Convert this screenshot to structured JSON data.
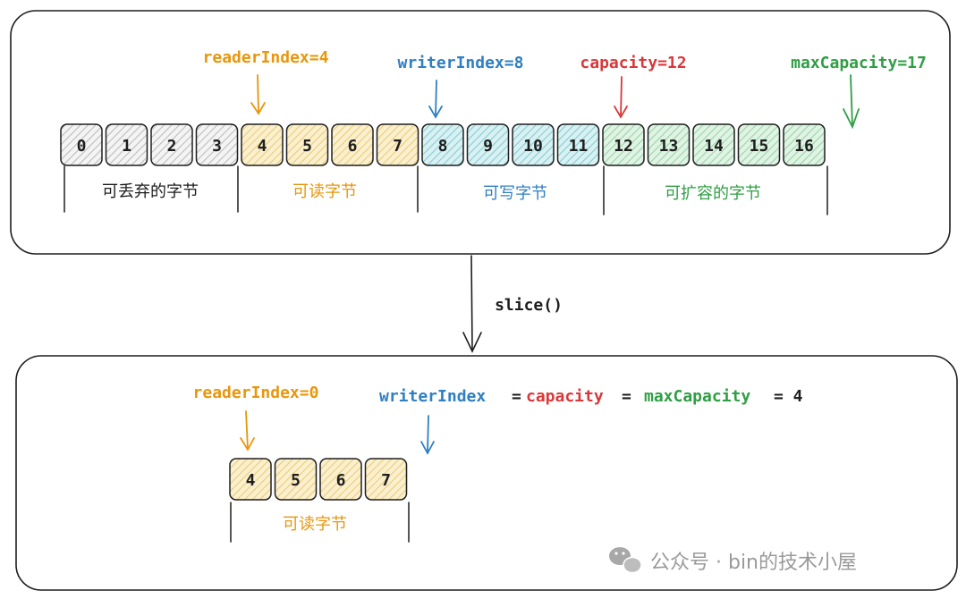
{
  "colors": {
    "black": "#1e1e1e",
    "orange": "#e8960c",
    "blue": "#2f7fc1",
    "red": "#d8383a",
    "green": "#2f9e44",
    "discard_fill": "#d9d9d9",
    "read_fill": "#f3dc9a",
    "write_fill": "#a8dde2",
    "expand_fill": "#b8e4c2",
    "watermark": "#9a9a9a"
  },
  "top": {
    "markers": {
      "reader": "readerIndex=4",
      "writer": "writerIndex=8",
      "capacity": "capacity=12",
      "max": "maxCapacity=17"
    },
    "cells": [
      "0",
      "1",
      "2",
      "3",
      "4",
      "5",
      "6",
      "7",
      "8",
      "9",
      "10",
      "11",
      "12",
      "13",
      "14",
      "15",
      "16"
    ],
    "regions": {
      "discard": "可丢弃的字节",
      "read": "可读字节",
      "write": "可写字节",
      "expand": "可扩容的字节"
    }
  },
  "transition": {
    "label": "slice()"
  },
  "bottom": {
    "markers": {
      "reader": "readerIndex=0",
      "writer": "writerIndex",
      "eq1": "=",
      "capacity": "capacity",
      "eq2": "=",
      "max": "maxCapacity",
      "value": "= 4"
    },
    "cells": [
      "4",
      "5",
      "6",
      "7"
    ],
    "regions": {
      "read": "可读字节"
    }
  },
  "watermark": {
    "icon": "wechat-icon",
    "text": "公众号 · bin的技术小屋"
  }
}
